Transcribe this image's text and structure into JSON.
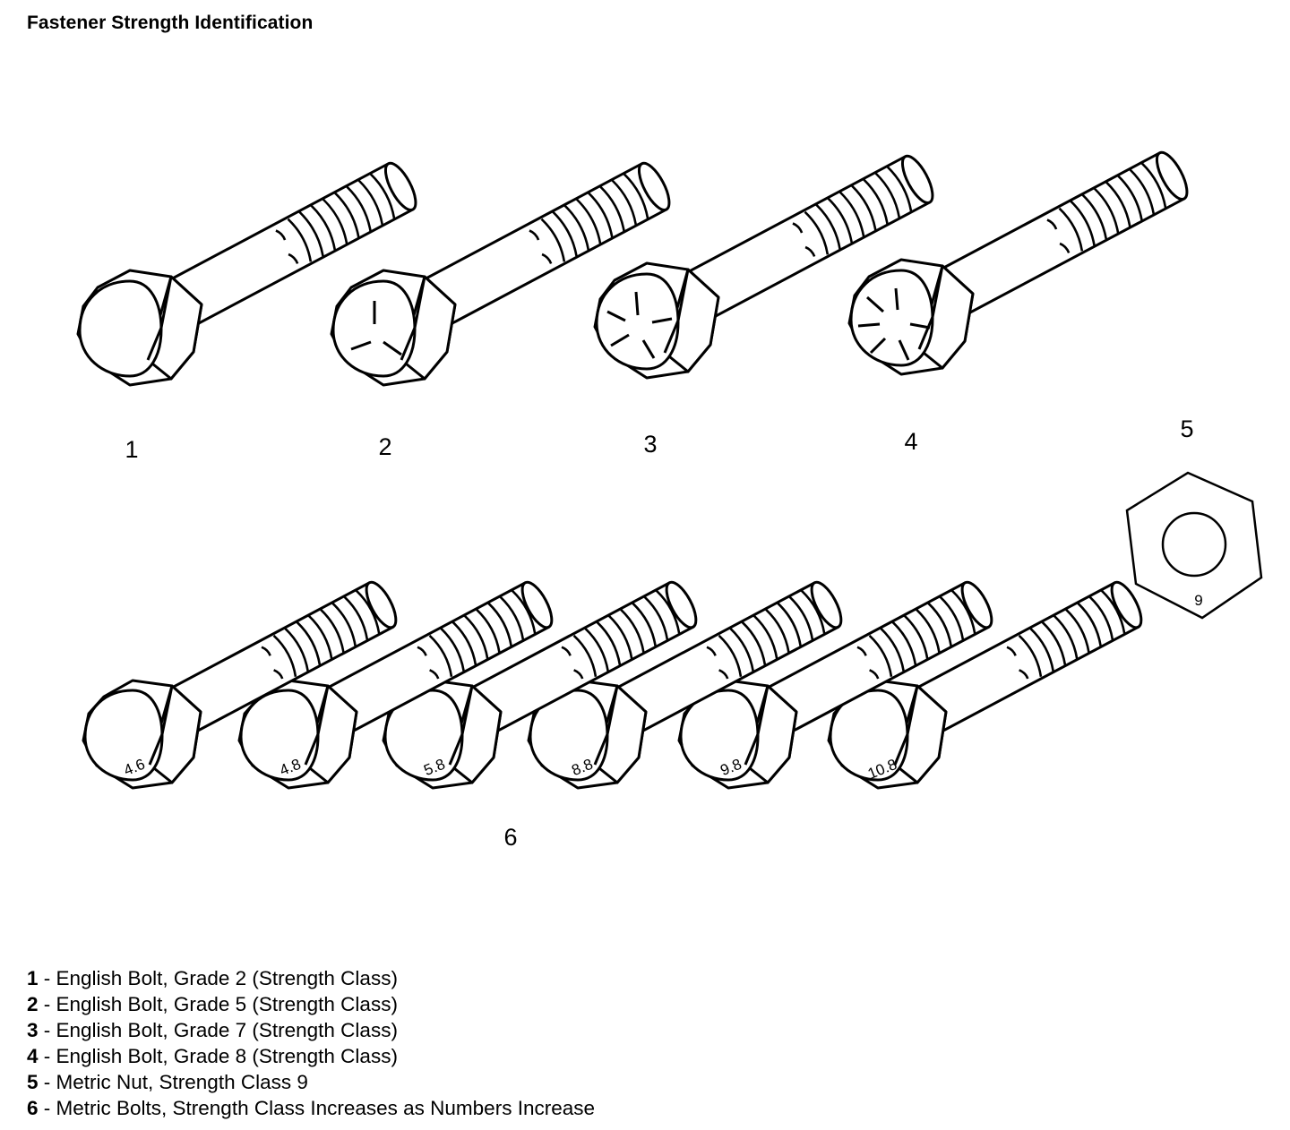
{
  "title": "Fastener Strength Identification",
  "callouts": [
    "1",
    "2",
    "3",
    "4",
    "5",
    "6"
  ],
  "english_bolts": [
    {
      "callout": "1",
      "head_marks": 0
    },
    {
      "callout": "2",
      "head_marks": 3
    },
    {
      "callout": "3",
      "head_marks": 5
    },
    {
      "callout": "4",
      "head_marks": 6
    }
  ],
  "metric_nut": {
    "callout": "5",
    "stamp": "9"
  },
  "metric_bolts": {
    "callout": "6",
    "stamps": [
      "4.6",
      "4.8",
      "5.8",
      "8.8",
      "9.8",
      "10.8"
    ]
  },
  "legend": [
    {
      "num": "1",
      "text": " - English Bolt, Grade 2 (Strength Class)"
    },
    {
      "num": "2",
      "text": " - English Bolt, Grade 5 (Strength Class)"
    },
    {
      "num": "3",
      "text": " - English Bolt, Grade 7 (Strength Class)"
    },
    {
      "num": "4",
      "text": " - English Bolt, Grade 8 (Strength Class)"
    },
    {
      "num": "5",
      "text": " - Metric Nut, Strength Class 9"
    },
    {
      "num": "6",
      "text": " - Metric Bolts, Strength Class Increases as Numbers Increase"
    }
  ]
}
